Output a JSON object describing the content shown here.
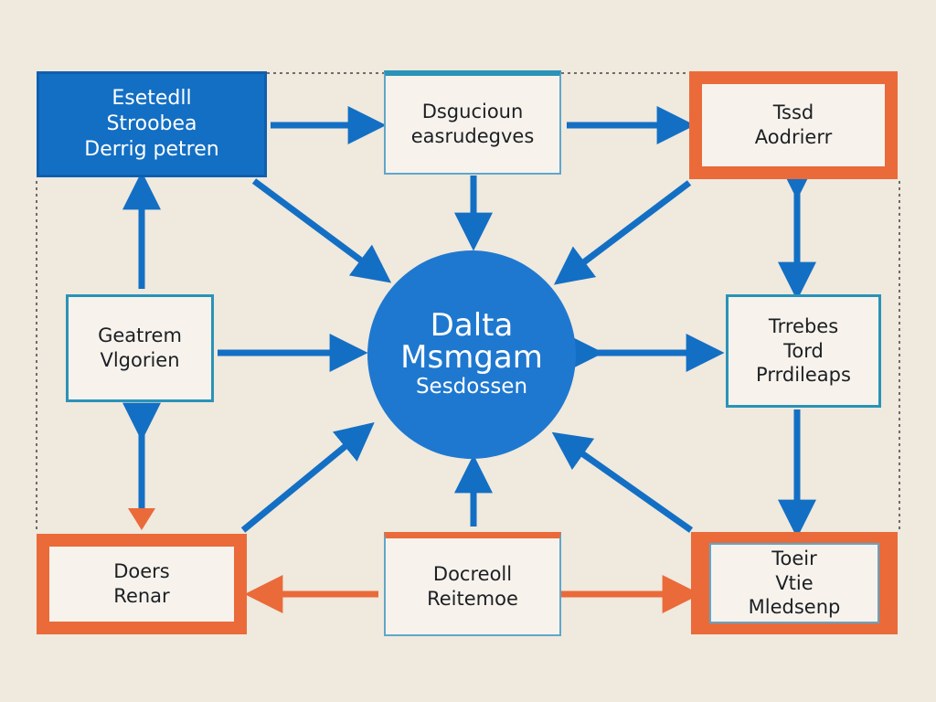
{
  "diagram": {
    "colors": {
      "blue": "#136fc4",
      "teal": "#2a93b8",
      "orange": "#ea6a3a",
      "background": "#efe9de"
    },
    "center": {
      "lines": [
        "Dalta",
        "Msmgam",
        "Sesdossen"
      ]
    },
    "nodes": {
      "top_left": {
        "lines": [
          "Esetedll",
          "Stroobea",
          "Derrig petren"
        ]
      },
      "top_mid": {
        "lines": [
          "Dsgucioun",
          "easrudegves"
        ]
      },
      "top_right": {
        "lines": [
          "Tssd",
          "Aodrierr"
        ]
      },
      "mid_left": {
        "lines": [
          "Geatrem",
          "Vlgorien"
        ]
      },
      "mid_right": {
        "lines": [
          "Trrebes",
          "Tord",
          "Prrdileaps"
        ]
      },
      "bot_left": {
        "lines": [
          "Doers",
          "Renar"
        ]
      },
      "bot_mid": {
        "lines": [
          "Docreoll",
          "Reitemoe"
        ]
      },
      "bot_right": {
        "lines": [
          "Toeir",
          "Vtie",
          "Mledsenp"
        ]
      }
    }
  }
}
